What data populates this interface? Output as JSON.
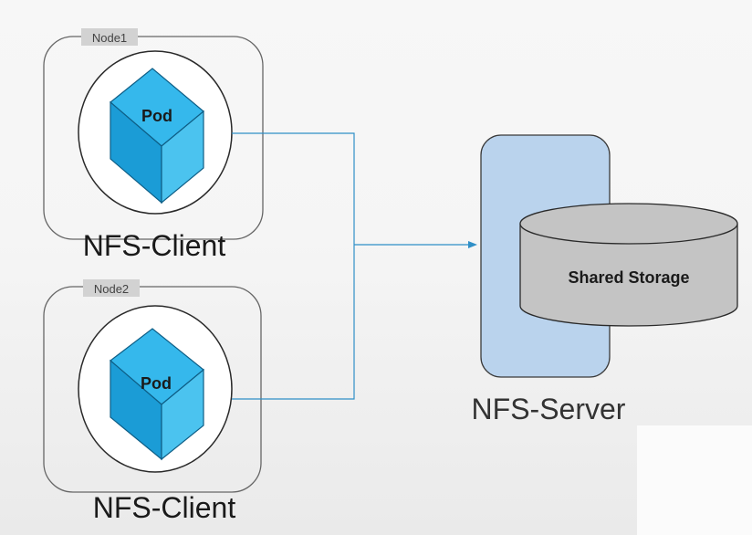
{
  "nodes": [
    {
      "tag": "Node1",
      "pod_label": "Pod",
      "client_label": "NFS-Client"
    },
    {
      "tag": "Node2",
      "pod_label": "Pod",
      "client_label": "NFS-Client"
    }
  ],
  "server": {
    "label": "NFS-Server",
    "storage_label": "Shared Storage"
  },
  "colors": {
    "pod_top": "#35b8ec",
    "pod_left": "#1b9cd6",
    "pod_right": "#4bc3ef",
    "connector": "#2f8fc7",
    "server_fill": "#bad3ed",
    "storage_fill": "#c4c4c4"
  }
}
